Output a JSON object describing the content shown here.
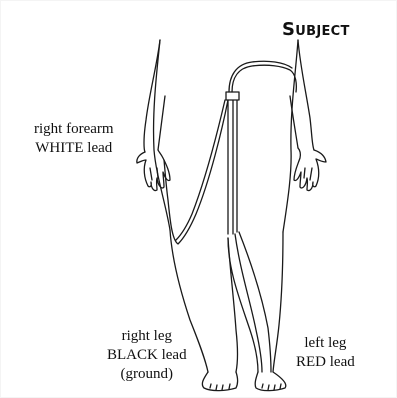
{
  "title": {
    "first": "S",
    "rest": "UBJECT"
  },
  "labels": {
    "right_forearm": [
      "right forearm",
      "WHITE lead"
    ],
    "right_leg": [
      "right leg",
      "BLACK lead",
      "(ground)"
    ],
    "left_leg": [
      "left leg",
      "RED lead"
    ]
  },
  "colors": {
    "ink": "#111111",
    "background": "#ffffff"
  }
}
